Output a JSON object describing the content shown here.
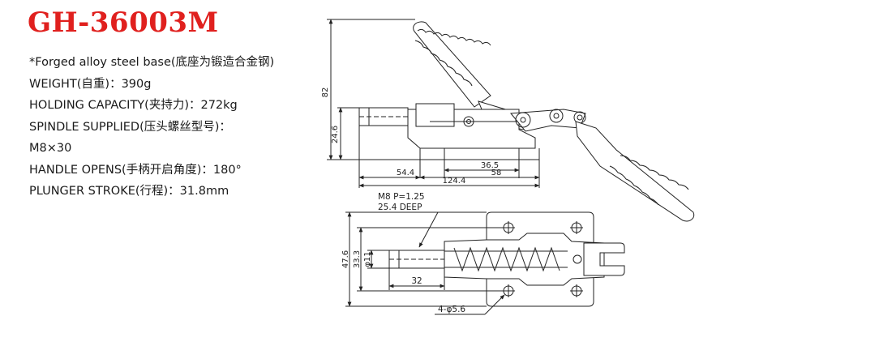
{
  "product": {
    "model": "GH-36003M",
    "brand_color": "#e0201e"
  },
  "specs": [
    "*Forged alloy steel base(底座为锻造合金钢)",
    "WEIGHT(自重)：390g",
    "HOLDING CAPACITY(夹持力)：272kg",
    "SPINDLE SUPPLIED(压头螺丝型号)：",
    "M8×30",
    "HANDLE OPENS(手柄开启角度)：180°",
    "PLUNGER STROKE(行程)：31.8mm"
  ],
  "drawing": {
    "side_view_dims": {
      "height_overall": "82",
      "height_base": "24.6",
      "dim_365": "36.5",
      "dim_58": "58",
      "dim_544": "54.4",
      "length_overall": "124.4"
    },
    "top_view_dims": {
      "thread_note_1": "M8 P=1.25",
      "thread_note_2": "25.4 DEEP",
      "width_overall": "47.6",
      "hole_spacing": "33.3",
      "plunger_dia": "φ11",
      "plunger_length": "32",
      "mount_holes": "4-φ5.6"
    }
  }
}
